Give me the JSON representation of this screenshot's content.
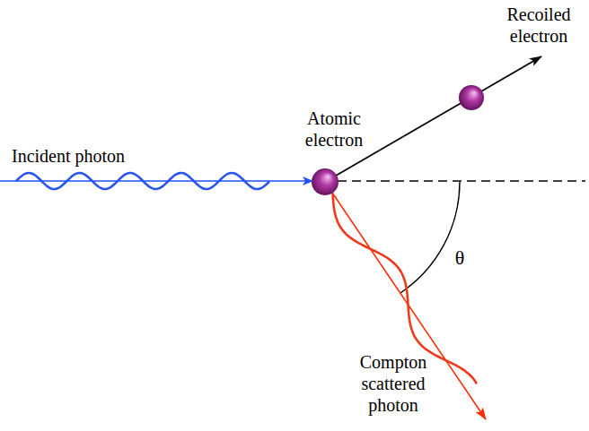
{
  "diagram": {
    "labels": [
      "Recoiled electron",
      "Incident photon",
      "Atomic electron",
      "θ",
      "Compton scattered photon"
    ]
  }
}
